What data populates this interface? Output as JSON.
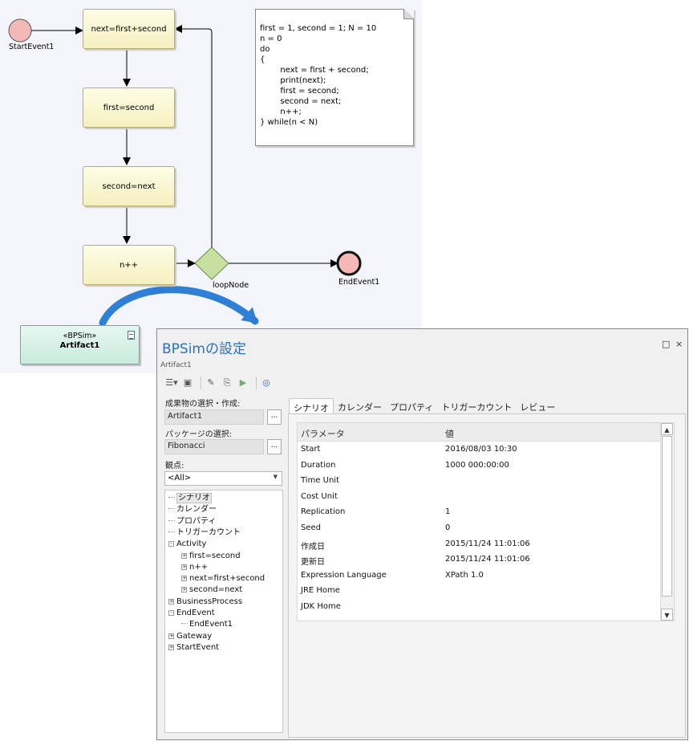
{
  "diagram": {
    "start_label": "StartEvent1",
    "end_label": "EndEvent1",
    "gateway_label": "loopNode",
    "tasks": [
      "next=first+second",
      "first=second",
      "second=next",
      "n++"
    ],
    "note_text": "first = 1, second = 1; N = 10\nn = 0\ndo\n{\n        next = first + second;\n        print(next);\n        first = second;\n        second = next;\n        n++;\n} while(n < N)",
    "artifact": {
      "stereotype": "«BPSim»",
      "name": "Artifact1"
    }
  },
  "window": {
    "title": "BPSimの設定",
    "subtitle": "Artifact1",
    "controls": {
      "maximize": "□",
      "close": "×"
    }
  },
  "left_panel": {
    "artifact_label": "成果物の選択・作成:",
    "artifact_value": "Artifact1",
    "package_label": "パッケージの選択:",
    "package_value": "Fibonacci",
    "browse": "...",
    "viewpoint_label": "観点:",
    "viewpoint_value": "<All>",
    "tree": [
      {
        "text": "シナリオ",
        "indent": 0,
        "box": "",
        "selected": true
      },
      {
        "text": "カレンダー",
        "indent": 0,
        "box": ""
      },
      {
        "text": "プロパティ",
        "indent": 0,
        "box": ""
      },
      {
        "text": "トリガーカウント",
        "indent": 0,
        "box": ""
      },
      {
        "text": "Activity",
        "indent": 0,
        "box": "-"
      },
      {
        "text": "first=second",
        "indent": 1,
        "box": "+"
      },
      {
        "text": "n++",
        "indent": 1,
        "box": "+"
      },
      {
        "text": "next=first+second",
        "indent": 1,
        "box": "+"
      },
      {
        "text": "second=next",
        "indent": 1,
        "box": "+"
      },
      {
        "text": "BusinessProcess",
        "indent": 0,
        "box": "+"
      },
      {
        "text": "EndEvent",
        "indent": 0,
        "box": "-"
      },
      {
        "text": "EndEvent1",
        "indent": 1,
        "box": ""
      },
      {
        "text": "Gateway",
        "indent": 0,
        "box": "+"
      },
      {
        "text": "StartEvent",
        "indent": 0,
        "box": "+"
      }
    ]
  },
  "tabs": [
    "シナリオ",
    "カレンダー",
    "プロパティ",
    "トリガーカウント",
    "レビュー"
  ],
  "grid": {
    "headers": [
      "パラメータ",
      "値"
    ],
    "rows": [
      [
        "Start",
        "2016/08/03 10:30"
      ],
      [
        "Duration",
        "1000 000:00:00"
      ],
      [
        "Time Unit",
        ""
      ],
      [
        "Cost Unit",
        ""
      ],
      [
        "Replication",
        "1"
      ],
      [
        "Seed",
        "0"
      ],
      [
        "作成日",
        "2015/11/24 11:01:06"
      ],
      [
        "更新日",
        "2015/11/24 11:01:06"
      ],
      [
        "Expression Language",
        "XPath 1.0"
      ],
      [
        "JRE Home",
        ""
      ],
      [
        "JDK Home",
        ""
      ]
    ]
  },
  "colors": {
    "event_fill": "#f4b8b8",
    "gateway_fill": "#c7e0a2",
    "task_fill": "#f8f3cc",
    "arrow_blue": "#2f7fd6",
    "title_blue": "#2b6fc7"
  }
}
